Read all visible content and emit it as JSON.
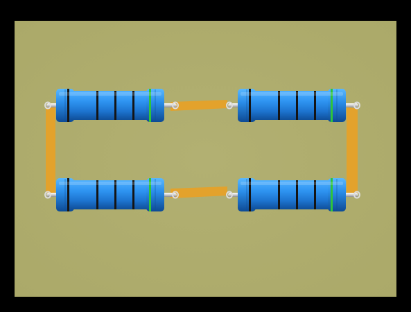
{
  "scene": {
    "frame_color": "#000000",
    "board_color": "#b0ae6e",
    "trace_color": "#e3a22c",
    "lead_color": "#e6e6e6",
    "resistor_body_color": "#1f7fe0",
    "band_dark_color": "#141414",
    "band_tolerance_color": "#2fc43a"
  },
  "components": {
    "resistor_count": 4,
    "resistors": [
      {
        "name": "resistor-top-left",
        "orientation": "tolerance-right"
      },
      {
        "name": "resistor-top-right",
        "orientation": "tolerance-right"
      },
      {
        "name": "resistor-bottom-left",
        "orientation": "tolerance-right"
      },
      {
        "name": "resistor-bottom-right",
        "orientation": "tolerance-right"
      }
    ],
    "connections": [
      "resistor-top-left-to-resistor-top-right",
      "resistor-top-left-to-resistor-bottom-left",
      "resistor-bottom-left-to-resistor-bottom-right",
      "resistor-top-right-to-resistor-bottom-right"
    ]
  }
}
